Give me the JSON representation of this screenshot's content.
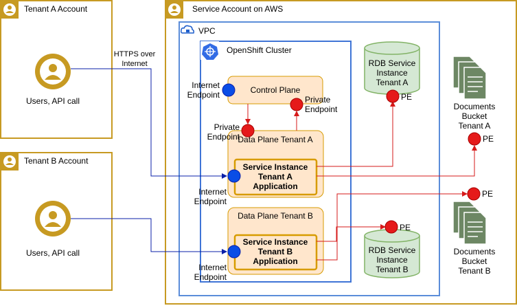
{
  "tenant_a_account": {
    "title": "Tenant A Account",
    "user_label": "Users, API call"
  },
  "tenant_b_account": {
    "title": "Tenant B Account",
    "user_label": "Users, API call"
  },
  "https_label": [
    "HTTPS over",
    "Internet"
  ],
  "service_account": {
    "title": "Service Account on AWS"
  },
  "vpc": {
    "title": "VPC"
  },
  "cluster": {
    "title": "OpenShift Cluster"
  },
  "control_plane": {
    "title": "Control Plane",
    "internet_endpoint": [
      "Internet",
      "Endpoint"
    ],
    "private_endpoint": [
      "Private",
      "Endpoint"
    ]
  },
  "data_plane_a": {
    "title": "Data Plane Tenant A",
    "private_endpoint": [
      "Private",
      "Endpoint"
    ],
    "service_instance": [
      "Service Instance",
      "Tenant A",
      "Application"
    ],
    "internet_endpoint": [
      "Internet",
      "Endpoint"
    ]
  },
  "data_plane_b": {
    "title": "Data Plane Tenant B",
    "service_instance": [
      "Service Instance",
      "Tenant B",
      "Application"
    ],
    "internet_endpoint": [
      "Internet",
      "Endpoint"
    ]
  },
  "rdb_a": {
    "label": [
      "RDB Service",
      "Instance",
      "Tenant A"
    ],
    "pe": "PE"
  },
  "rdb_b": {
    "label": [
      "RDB Service",
      "Instance",
      "Tenant B"
    ],
    "pe": "PE"
  },
  "docs_a": {
    "label": [
      "Documents",
      "Bucket",
      "Tenant A"
    ],
    "pe": "PE"
  },
  "docs_b": {
    "label": [
      "Documents",
      "Bucket",
      "Tenant B"
    ],
    "pe": "PE"
  },
  "colors": {
    "gold": "#C79A22",
    "blue_line": "#5B8DD9",
    "blue_dot": "#0A4DE6",
    "red_dot": "#E51A1A",
    "plane_fill": "#FFE6CC",
    "plane_stroke": "#D79B00",
    "cyl_fill": "#D5E8D4",
    "cyl_stroke": "#82B366",
    "doc_fill": "#6D8764"
  }
}
